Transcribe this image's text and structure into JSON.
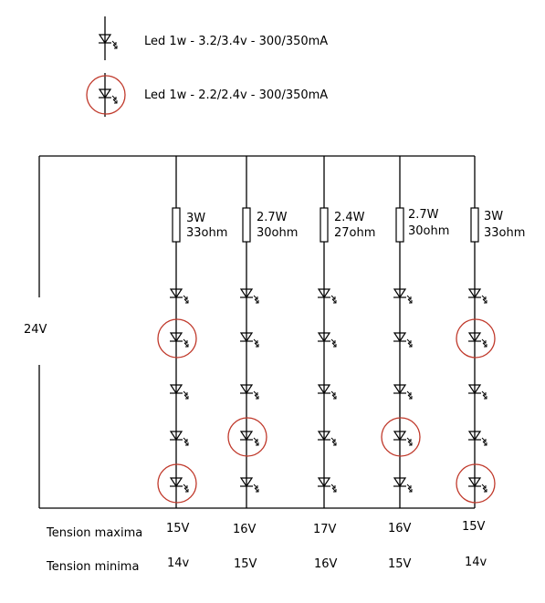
{
  "legend": [
    {
      "text": "Led 1w - 3.2/3.4v - 300/350mA",
      "circled": false
    },
    {
      "text": "Led 1w - 2.2/2.4v - 300/350mA",
      "circled": true
    }
  ],
  "supply": {
    "label": "24V"
  },
  "branches": [
    {
      "power": "3W",
      "resistance": "33ohm",
      "leds": [
        "normal",
        "circled",
        "normal",
        "normal",
        "circled"
      ],
      "v_max": "15V",
      "v_min": "14v"
    },
    {
      "power": "2.7W",
      "resistance": "30ohm",
      "leds": [
        "normal",
        "normal",
        "normal",
        "circled",
        "normal"
      ],
      "v_max": "16V",
      "v_min": "15V"
    },
    {
      "power": "2.4W",
      "resistance": "27ohm",
      "leds": [
        "normal",
        "normal",
        "normal",
        "normal",
        "normal"
      ],
      "v_max": "17V",
      "v_min": "16V"
    },
    {
      "power": "2.7W",
      "resistance": "30ohm",
      "leds": [
        "normal",
        "normal",
        "normal",
        "circled",
        "normal"
      ],
      "v_max": "16V",
      "v_min": "15V"
    },
    {
      "power": "3W",
      "resistance": "33ohm",
      "leds": [
        "normal",
        "circled",
        "normal",
        "normal",
        "circled"
      ],
      "v_max": "15V",
      "v_min": "14v"
    }
  ],
  "rows": {
    "max_label": "Tension maxima",
    "min_label": "Tension minima"
  },
  "colors": {
    "wire": "#000000",
    "circle": "#c0392b"
  }
}
